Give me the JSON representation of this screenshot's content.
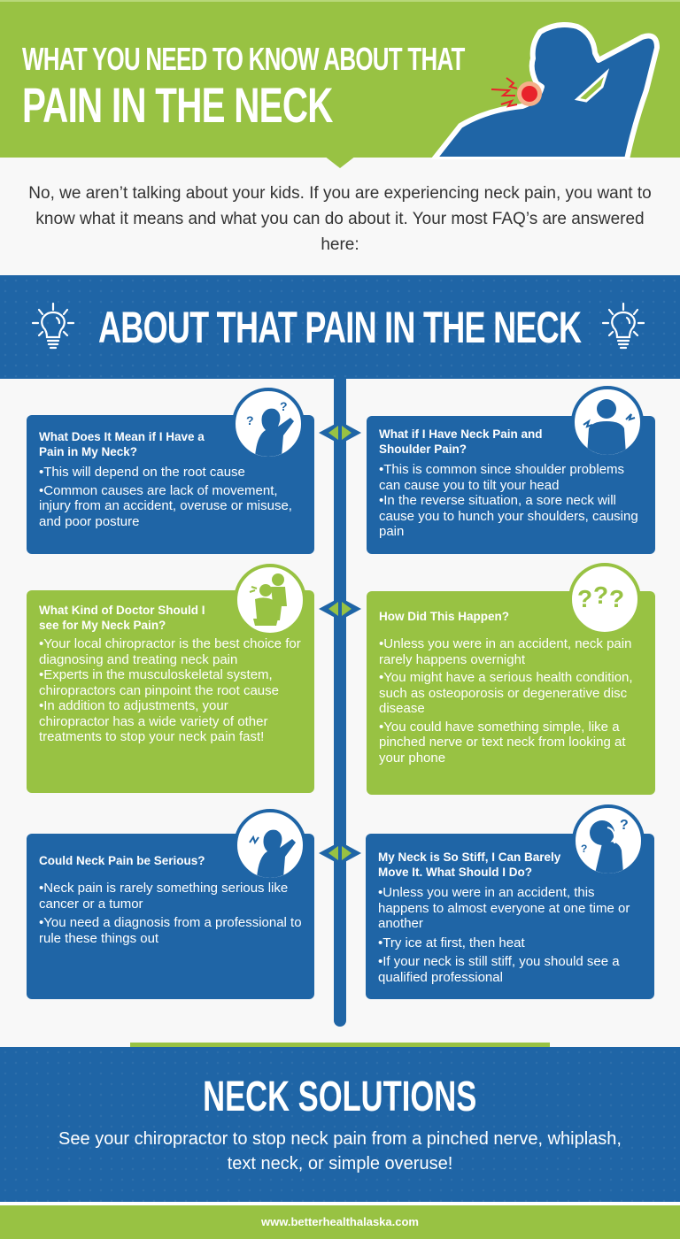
{
  "colors": {
    "green": "#98c243",
    "blue": "#1f65a6",
    "pain_red": "#e8232b",
    "background": "#f8f8f8",
    "text_dark": "#333333"
  },
  "header": {
    "title_line1": "WHAT YOU NEED TO KNOW ABOUT THAT",
    "title_line2": "PAIN IN THE NECK",
    "illustration": "person-holding-neck-in-pain"
  },
  "intro": {
    "text": "No, we aren’t talking about your kids. If you are experiencing neck pain, you want to know what it means and what you can do about it. Your most FAQ’s are answered here:"
  },
  "banner": {
    "title": "ABOUT THAT PAIN IN THE NECK",
    "left_icon": "lightbulb-icon",
    "right_icon": "lightbulb-icon"
  },
  "faqs": [
    {
      "question": "What Does It Mean if I Have a Pain in My Neck?",
      "color": "blue",
      "icon": "confused-person-icon",
      "bullets": [
        "This will depend on the root cause",
        "Common causes are lack of movement, injury from an accident, overuse or misuse, and poor posture"
      ]
    },
    {
      "question": "What if I Have Neck Pain and Shoulder Pain?",
      "color": "blue",
      "icon": "shoulder-pain-person-icon",
      "bullets": [
        "This is common since shoulder problems can cause you to tilt your head",
        "In the reverse situation, a sore neck will cause you to hunch your shoulders, causing pain"
      ]
    },
    {
      "question": "What Kind of Doctor Should I see for My Neck Pain?",
      "color": "green",
      "icon": "chiropractor-treating-patient-icon",
      "bullets": [
        "Your local chiropractor is the best choice for diagnosing and treating neck pain",
        "Experts in the musculoskeletal system, chiropractors can pinpoint the root cause",
        "In addition to adjustments, your chiropractor has a wide variety of other treatments to stop your neck pain fast!"
      ]
    },
    {
      "question": "How Did This Happen?",
      "color": "green",
      "icon": "question-marks-icon",
      "bullets": [
        "Unless you were in an accident, neck pain rarely happens overnight",
        "You might have a serious health condition, such as osteoporosis or degenerative disc disease",
        "You could have something simple, like a pinched nerve or text neck from looking at your phone"
      ]
    },
    {
      "question": "Could Neck Pain be Serious?",
      "color": "blue",
      "icon": "person-neck-pain-icon",
      "bullets": [
        "Neck pain is rarely something serious like cancer or a tumor",
        "You need a diagnosis from a professional to rule these things out"
      ]
    },
    {
      "question": "My Neck is So Stiff, I Can Barely Move It. What Should I Do?",
      "color": "blue",
      "icon": "stiff-neck-person-icon",
      "bullets": [
        "Unless you were in an accident, this happens to almost everyone at one time or another",
        "Try ice at first, then heat",
        "If your neck is still stiff, you should see a qualified professional"
      ]
    }
  ],
  "solutions": {
    "title": "NECK SOLUTIONS",
    "body": "See your chiropractor to stop neck pain from a pinched nerve, whiplash, text neck, or simple overuse!"
  },
  "footer": {
    "url": "www.betterhealthalaska.com"
  }
}
